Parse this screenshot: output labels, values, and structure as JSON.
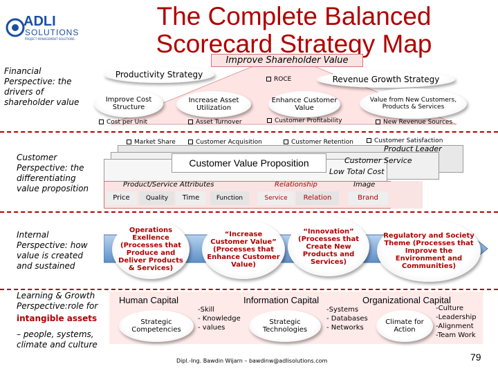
{
  "title": "The Complete Balanced Scorecard Strategy Map",
  "logo": {
    "name": "ADLI",
    "sub": "SOLUTIONS",
    "tagline": "PROJECT MANAGEMENT SOLUTIONS"
  },
  "perspectives": {
    "financial": "Financial Perspective: the drivers of shareholder value",
    "customer": "Customer Perspective: the differentiating value proposition",
    "internal": "Internal Perspective: how value is created and sustained",
    "learning_a": "Learning & Growth Perspective:role for",
    "learning_b": "intangible assets",
    "learning_c": "– people, systems, climate and culture"
  },
  "financial": {
    "top": "Improve Shareholder Value",
    "productivity": "Productivity Strategy",
    "revenue": "Revenue Growth Strategy",
    "roce": "ROCE",
    "improve_cost": "Improve Cost Structure",
    "increase_asset": "Increase Asset Utilization",
    "enhance_customer": "Enhance Customer Value",
    "value_from_new": "Value from New Customers, Products & Services",
    "cost_per_unit": "Cost per Unit",
    "asset_turnover": "Asset Turnover",
    "customer_profitability": "Customer Profitability",
    "new_revenue": "New Revenue Sources"
  },
  "customer": {
    "market_share": "Market Share",
    "customer_acquisition": "Customer Acquisition",
    "customer_retention": "Customer Retention",
    "customer_satisfaction": "Customer Satisfaction",
    "product_leader": "Product Leader",
    "customer_service": "Customer Service",
    "low_total_cost": "Low Total Cost",
    "value_proposition": "Customer Value Proposition",
    "attributes": "Product/Service Attributes",
    "relationship": "Relationship",
    "image": "Image",
    "price": "Price",
    "quality": "Quality",
    "time": "Time",
    "function": "Function",
    "service": "Service",
    "relation": "Relation",
    "brand": "Brand"
  },
  "internal": {
    "operations": "Operations Exellence (Processes that Produce and Deliver Products & Services)",
    "increase_value": "“Increase Customer Value” (Processes that Enhance Customer Value)",
    "innovation": "“Innovation” (Processes that Create New Products and Services)",
    "regulatory": "Regulatory and Society Theme (Processes that Improve the Environment and Communities)"
  },
  "learning": {
    "human_capital": "Human Capital",
    "information_capital": "Information Capital",
    "organizational_capital": "Organizational Capital",
    "strategic_competencies": "Strategic Competencies",
    "skill_list": "-Skill\n- Knowledge\n- values",
    "strategic_technologies": "Strategic Technologies",
    "systems_list": "-Systems\n- Databases\n- Networks",
    "climate": "Climate for Action",
    "culture_list": "-Culture\n-Leadership\n-Alignment\n-Team Work"
  },
  "footer": "Dipl.-Ing. Bawdin Wijarn – bawdinw@adlisolutions.com",
  "page_number": "79",
  "colors": {
    "title": "#b00000",
    "accent_red": "#b00000",
    "band_blue": "#6f9bd1"
  }
}
